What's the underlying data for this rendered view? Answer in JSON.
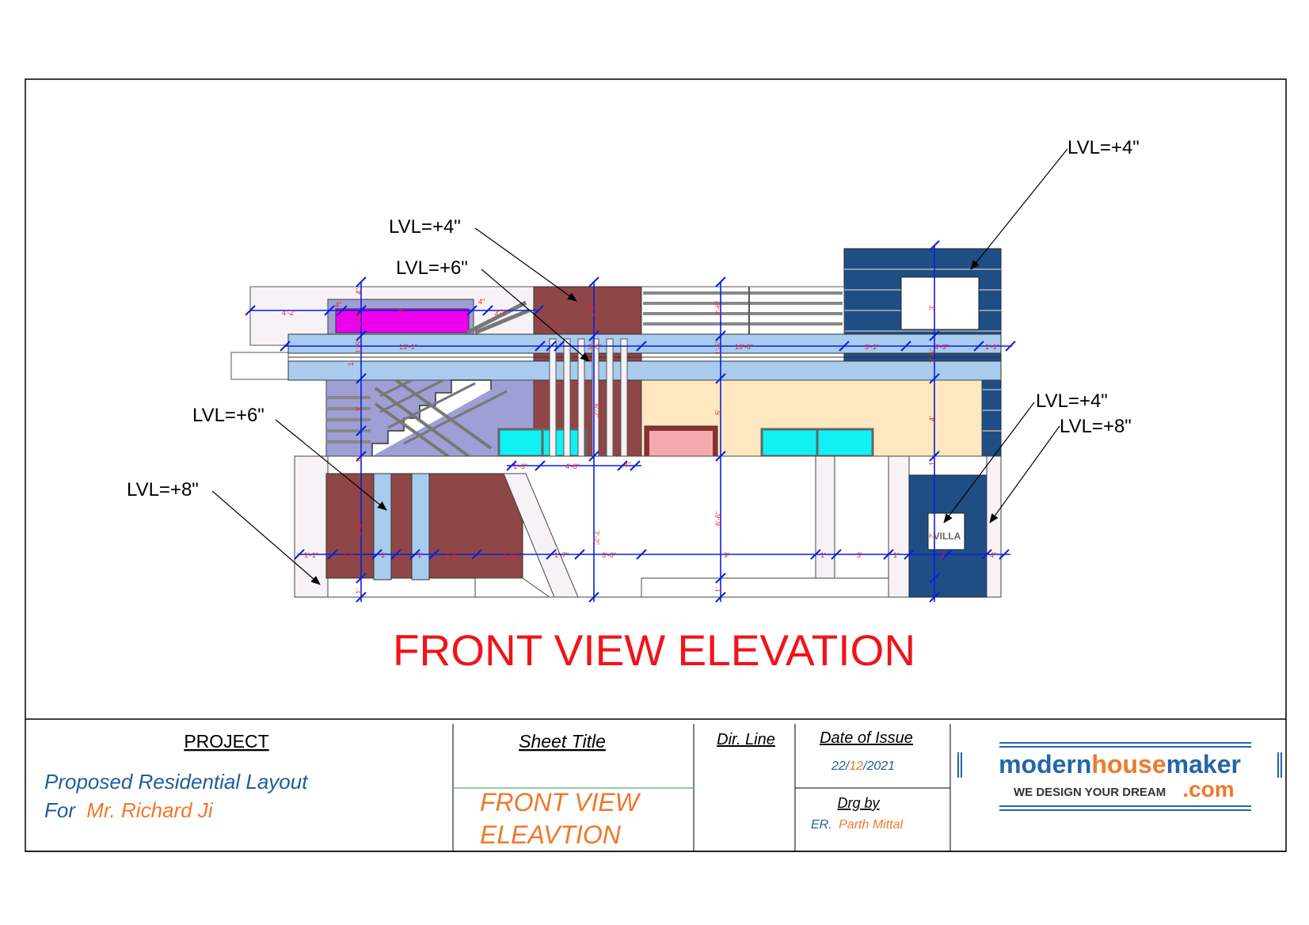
{
  "drawing": {
    "title": "FRONT VIEW ELEVATION",
    "callouts": {
      "top_center_a": "LVL=+4\"",
      "top_center_b": "LVL=+6\"",
      "left_mid": "LVL=+6\"",
      "left_low": "LVL=+8\"",
      "right_top": "LVL=+4\"",
      "right_mid_a": "LVL=+4\"",
      "right_mid_b": "LVL=+8\""
    },
    "nameplate": "VILLA",
    "dimensions": {
      "top_row": [
        "4'-2\"",
        "4\"",
        "7'",
        "4\"",
        "3'-3\""
      ],
      "parapet_row": [
        "13'-1\"",
        "3'-0\"",
        "10'-8\"",
        "3'-1\"",
        "4'-3\"",
        "1'-1\""
      ],
      "mid_row": [
        "1'-3\"",
        "4'-8\"",
        "4\""
      ],
      "plinth_row": [
        "1'-1\"",
        "2'-6\"",
        "1'",
        "1'",
        "2'-6\"",
        "3'-11\"",
        "1'-7\"",
        "3'-6\"",
        "9'",
        "1'",
        "3'",
        "1'",
        "2'",
        "4\""
      ],
      "vertical": [
        "4\"",
        "1'-6\"",
        "1'-5\"",
        "1'",
        "3'",
        "1'",
        "5'-6\"",
        "1'",
        "2'-9\"",
        "6'-2\"",
        "7'-2\"",
        "2'-6\"",
        "1'-5\"",
        "5'",
        "6'-6\"",
        "1'",
        "3'",
        "2'-5\"",
        "4'",
        "1'",
        "2'"
      ]
    }
  },
  "title_block": {
    "project_label": "PROJECT",
    "project_line1": "Proposed Residential Layout",
    "project_for": "For",
    "project_client": "Mr. Richard Ji",
    "sheet_title_label": "Sheet Title",
    "sheet_title_line1": "FRONT VIEW",
    "sheet_title_line2": "ELEAVTION",
    "dir_line_label": "Dir. Line",
    "date_label": "Date of Issue",
    "date_day": "22",
    "date_month": "12",
    "date_year": "2021",
    "drg_label": "Drg by",
    "drg_prefix": "ER.",
    "drg_name": "Parth Mittal",
    "logo_part1": "modern",
    "logo_part2": "house",
    "logo_part3": "maker",
    "logo_tagline": "WE DESIGN YOUR DREAM",
    "logo_domain": ".com"
  },
  "colors": {
    "dimension_blue": "#0a1ee0",
    "dimension_red": "#e8231f",
    "title_red": "#f0141a",
    "project_blue": "#1f5c9e",
    "accent_orange": "#f0782a",
    "logo_blue": "#2366a8",
    "maroon": "#8e4646",
    "navy_cladding": "#1f4e84",
    "light_blue": "#a9cbed",
    "cream": "#ffe8bf",
    "lavender": "#9e9fd4",
    "magenta": "#ee00ee",
    "cyan": "#11f0f3",
    "pink": "#f4a9ae",
    "wall_white": "#f6f2f6"
  }
}
